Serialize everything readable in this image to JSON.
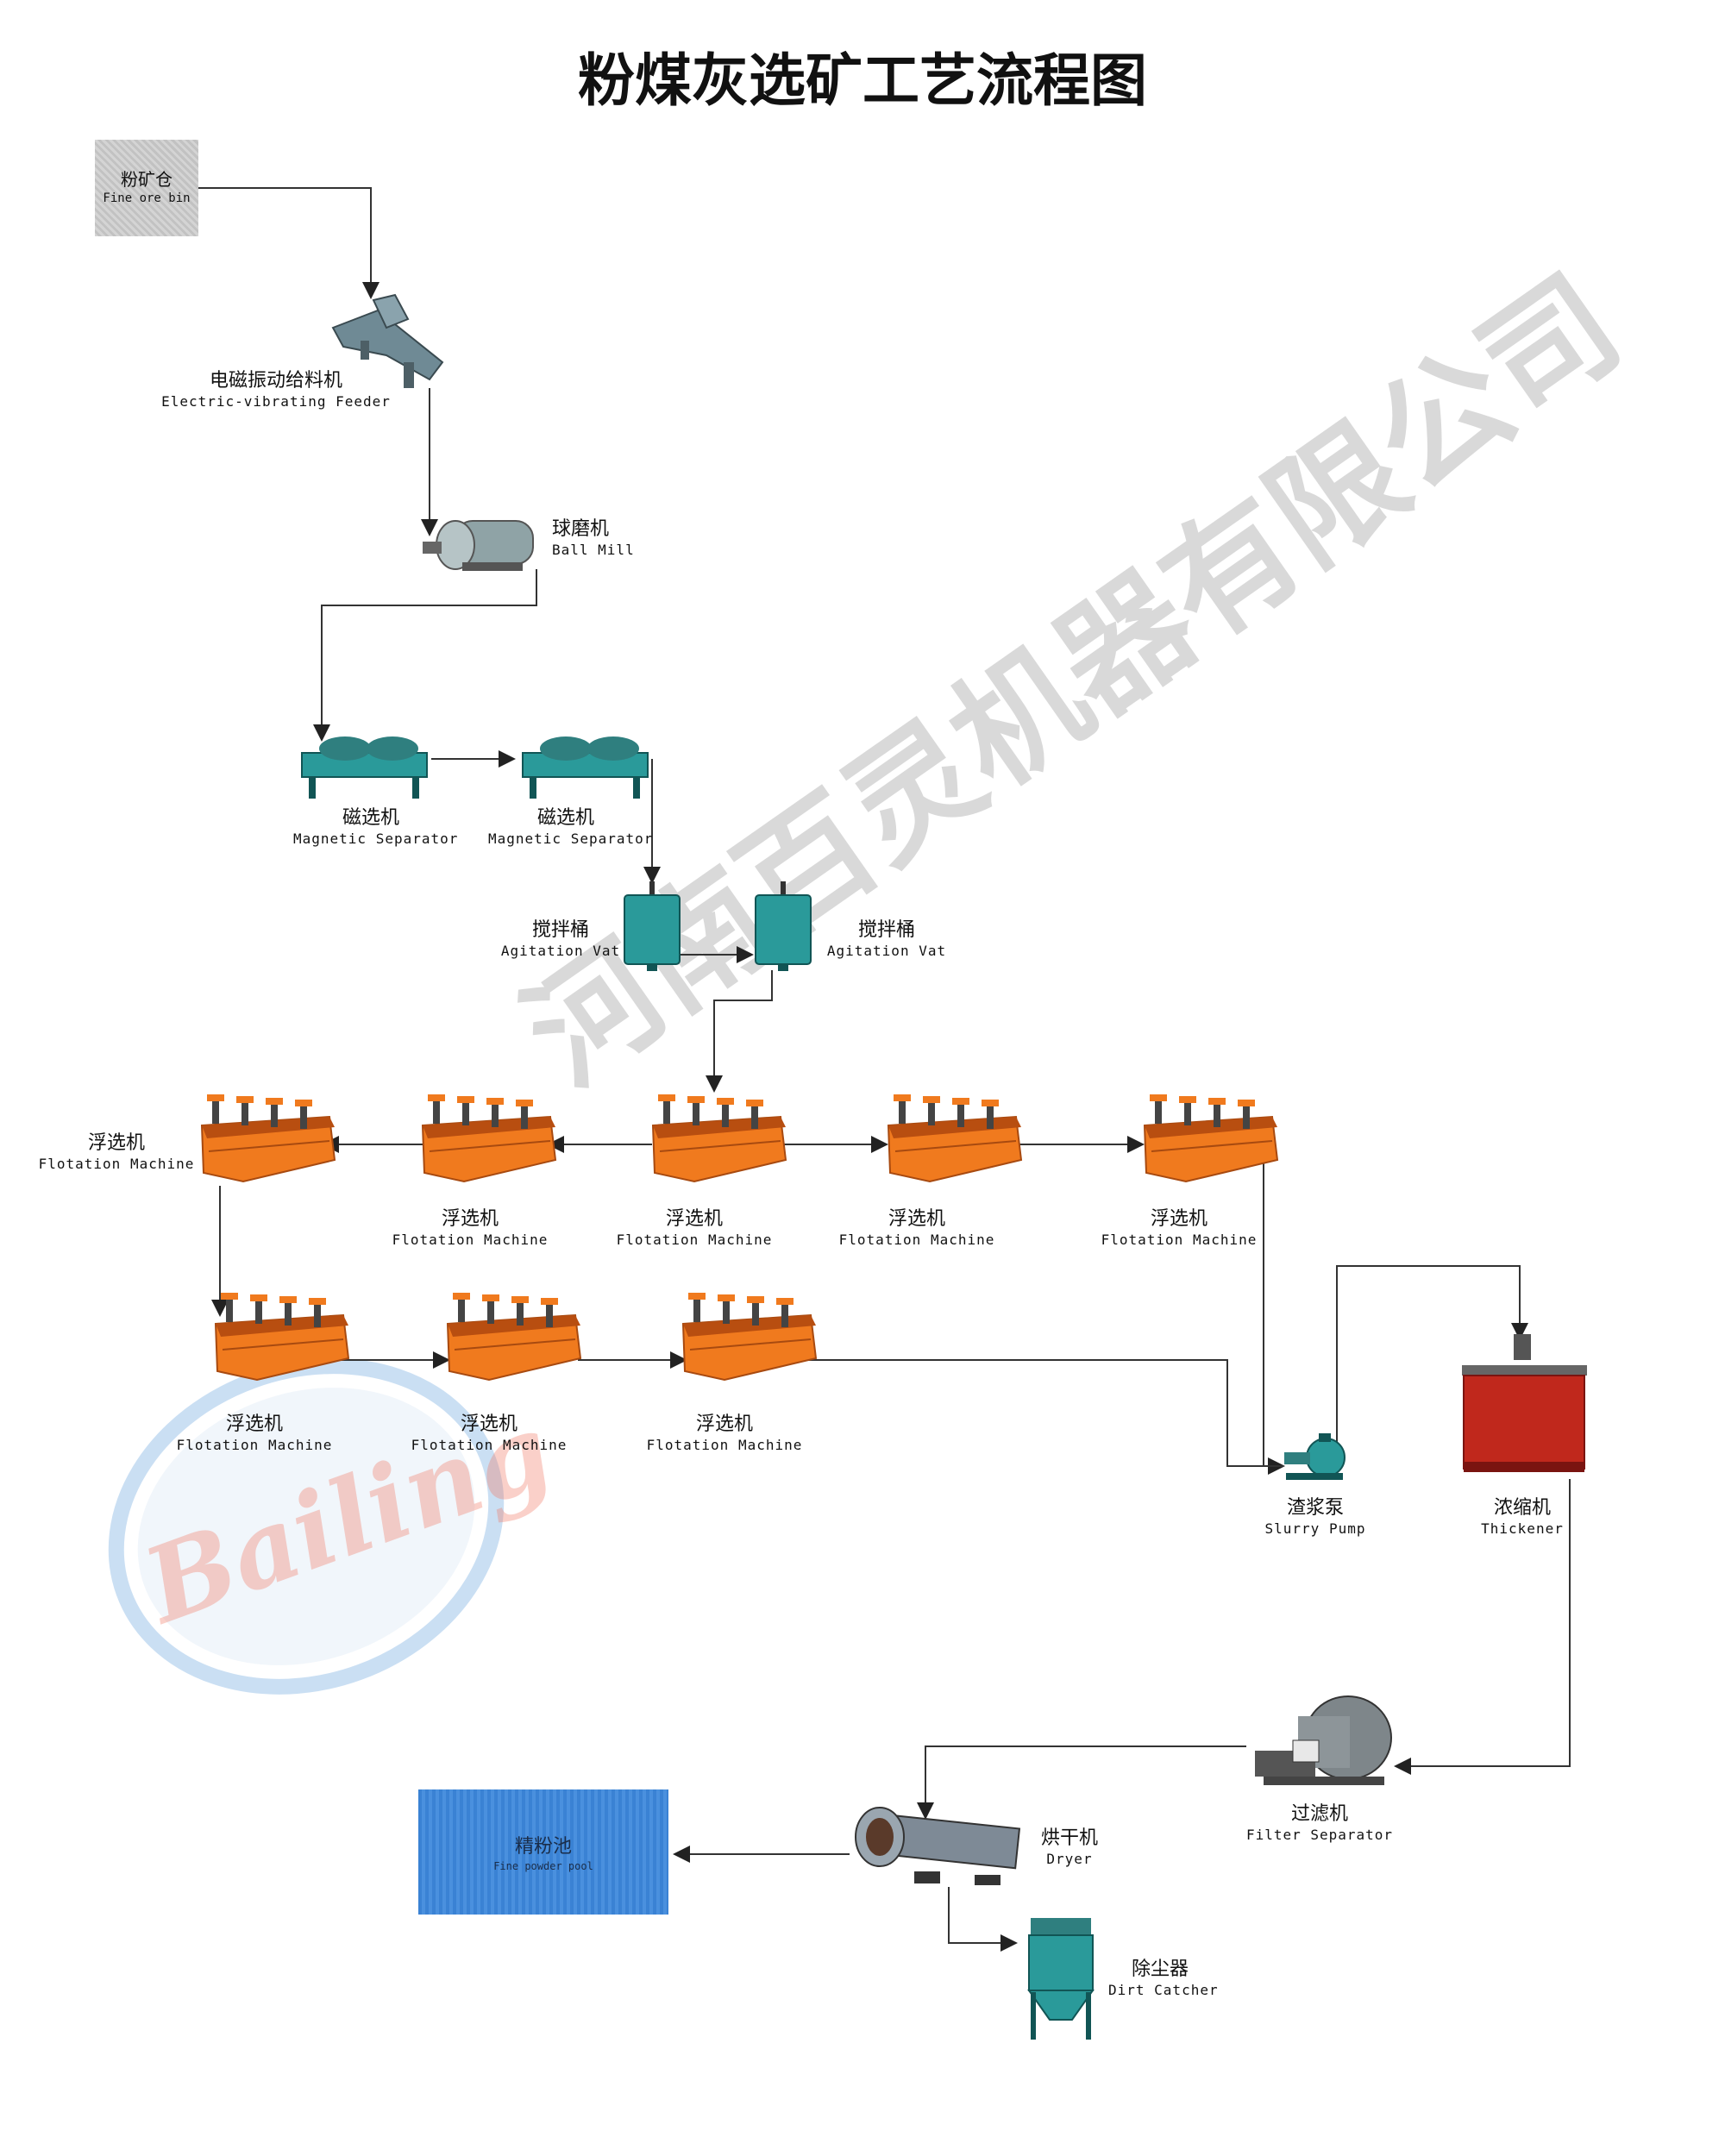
{
  "title": "粉煤灰选矿工艺流程图",
  "watermark": {
    "company": "河南百灵机器有限公司",
    "brand": "Bailing"
  },
  "nodes": {
    "fine_ore_bin": {
      "zh": "粉矿仓",
      "en": "Fine ore bin"
    },
    "feeder": {
      "zh": "电磁振动给料机",
      "en": "Electric-vibrating Feeder"
    },
    "ball_mill": {
      "zh": "球磨机",
      "en": "Ball Mill"
    },
    "mag_sep_1": {
      "zh": "磁选机",
      "en": "Magnetic Separator"
    },
    "mag_sep_2": {
      "zh": "磁选机",
      "en": "Magnetic Separator"
    },
    "agitation_1": {
      "zh": "搅拌桶",
      "en": "Agitation Vat"
    },
    "agitation_2": {
      "zh": "搅拌桶",
      "en": "Agitation Vat"
    },
    "flot_left": {
      "zh": "浮选机",
      "en": "Flotation Machine"
    },
    "flot_r1_2": {
      "zh": "浮选机",
      "en": "Flotation Machine"
    },
    "flot_r1_3": {
      "zh": "浮选机",
      "en": "Flotation Machine"
    },
    "flot_r1_4": {
      "zh": "浮选机",
      "en": "Flotation Machine"
    },
    "flot_r1_5": {
      "zh": "浮选机",
      "en": "Flotation Machine"
    },
    "flot_r2_1": {
      "zh": "浮选机",
      "en": "Flotation Machine"
    },
    "flot_r2_2": {
      "zh": "浮选机",
      "en": "Flotation Machine"
    },
    "flot_r2_3": {
      "zh": "浮选机",
      "en": "Flotation Machine"
    },
    "slurry_pump": {
      "zh": "渣浆泵",
      "en": "Slurry Pump"
    },
    "thickener": {
      "zh": "浓缩机",
      "en": "Thickener"
    },
    "filter": {
      "zh": "过滤机",
      "en": "Filter Separator"
    },
    "dryer": {
      "zh": "烘干机",
      "en": "Dryer"
    },
    "fine_powder_pool": {
      "zh": "精粉池",
      "en": "Fine powder pool"
    },
    "dirt_catcher": {
      "zh": "除尘器",
      "en": "Dirt Catcher"
    }
  },
  "colors": {
    "flotation": "#f07a1e",
    "flotation_top": "#b84e10",
    "teal_equipment": "#2a9a9a",
    "ball_mill": "#8a9a9e",
    "thickener": "#c0281c",
    "pool": "#3d86d8",
    "bin": "#cccccc",
    "line": "#333333"
  }
}
